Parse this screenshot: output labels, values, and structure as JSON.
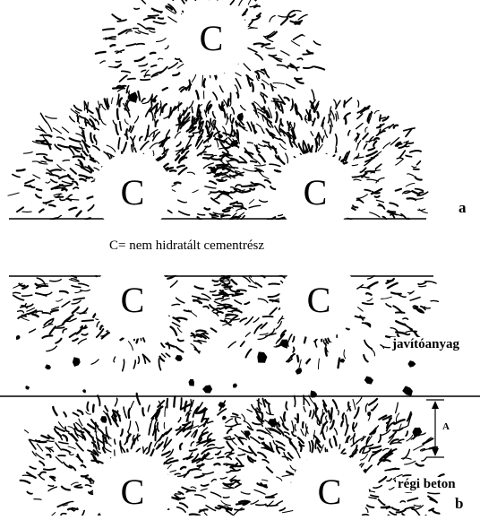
{
  "figure": {
    "particle_letter": "C",
    "legend": "C= nem hidratált cementrész",
    "panel_a": "a",
    "panel_b": "b",
    "repair_label": "javítóanyag",
    "old_concrete_label": "régi beton",
    "dimension_label": "A"
  },
  "colors": {
    "ink": "#000000",
    "paper": "#ffffff"
  }
}
